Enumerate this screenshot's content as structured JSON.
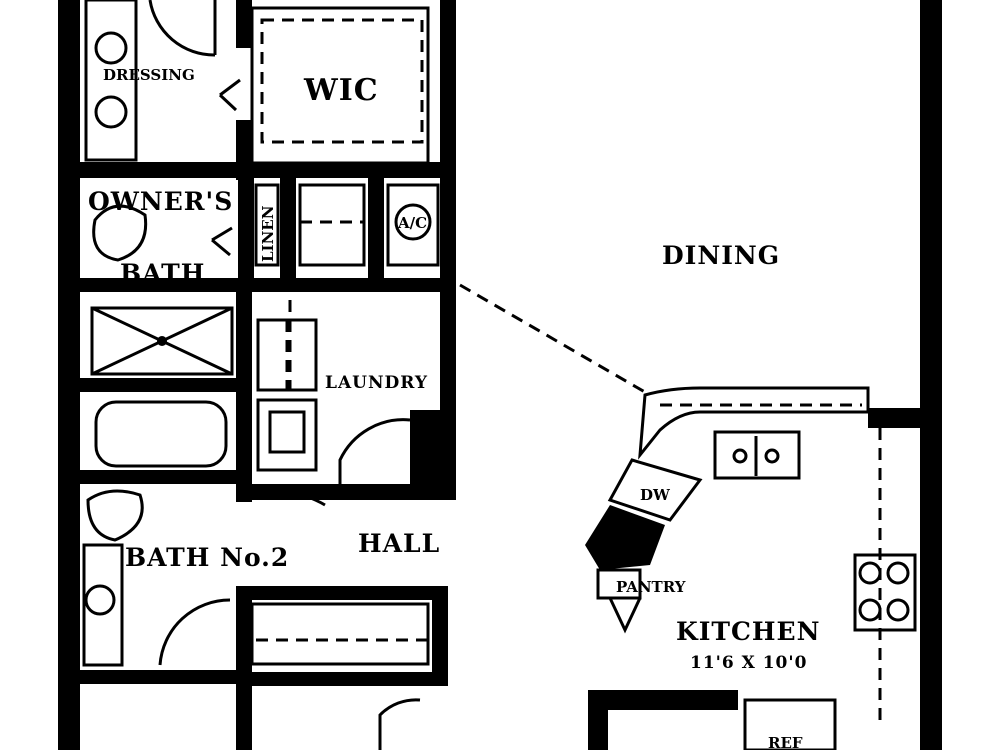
{
  "rooms": {
    "dressing": "DRESSING",
    "wic": "WIC",
    "owners_bath_line1": "OWNER'S",
    "owners_bath_line2": "BATH",
    "linen": "LINEN",
    "ac": "A/C",
    "dining": "DINING",
    "laundry": "LAUNDRY",
    "hall": "HALL",
    "bath2": "BATH No.2",
    "dw": "DW",
    "pantry": "PANTRY",
    "kitchen": "KITCHEN",
    "kitchen_dims": "11'6 X 10'0",
    "ref": "REF"
  }
}
